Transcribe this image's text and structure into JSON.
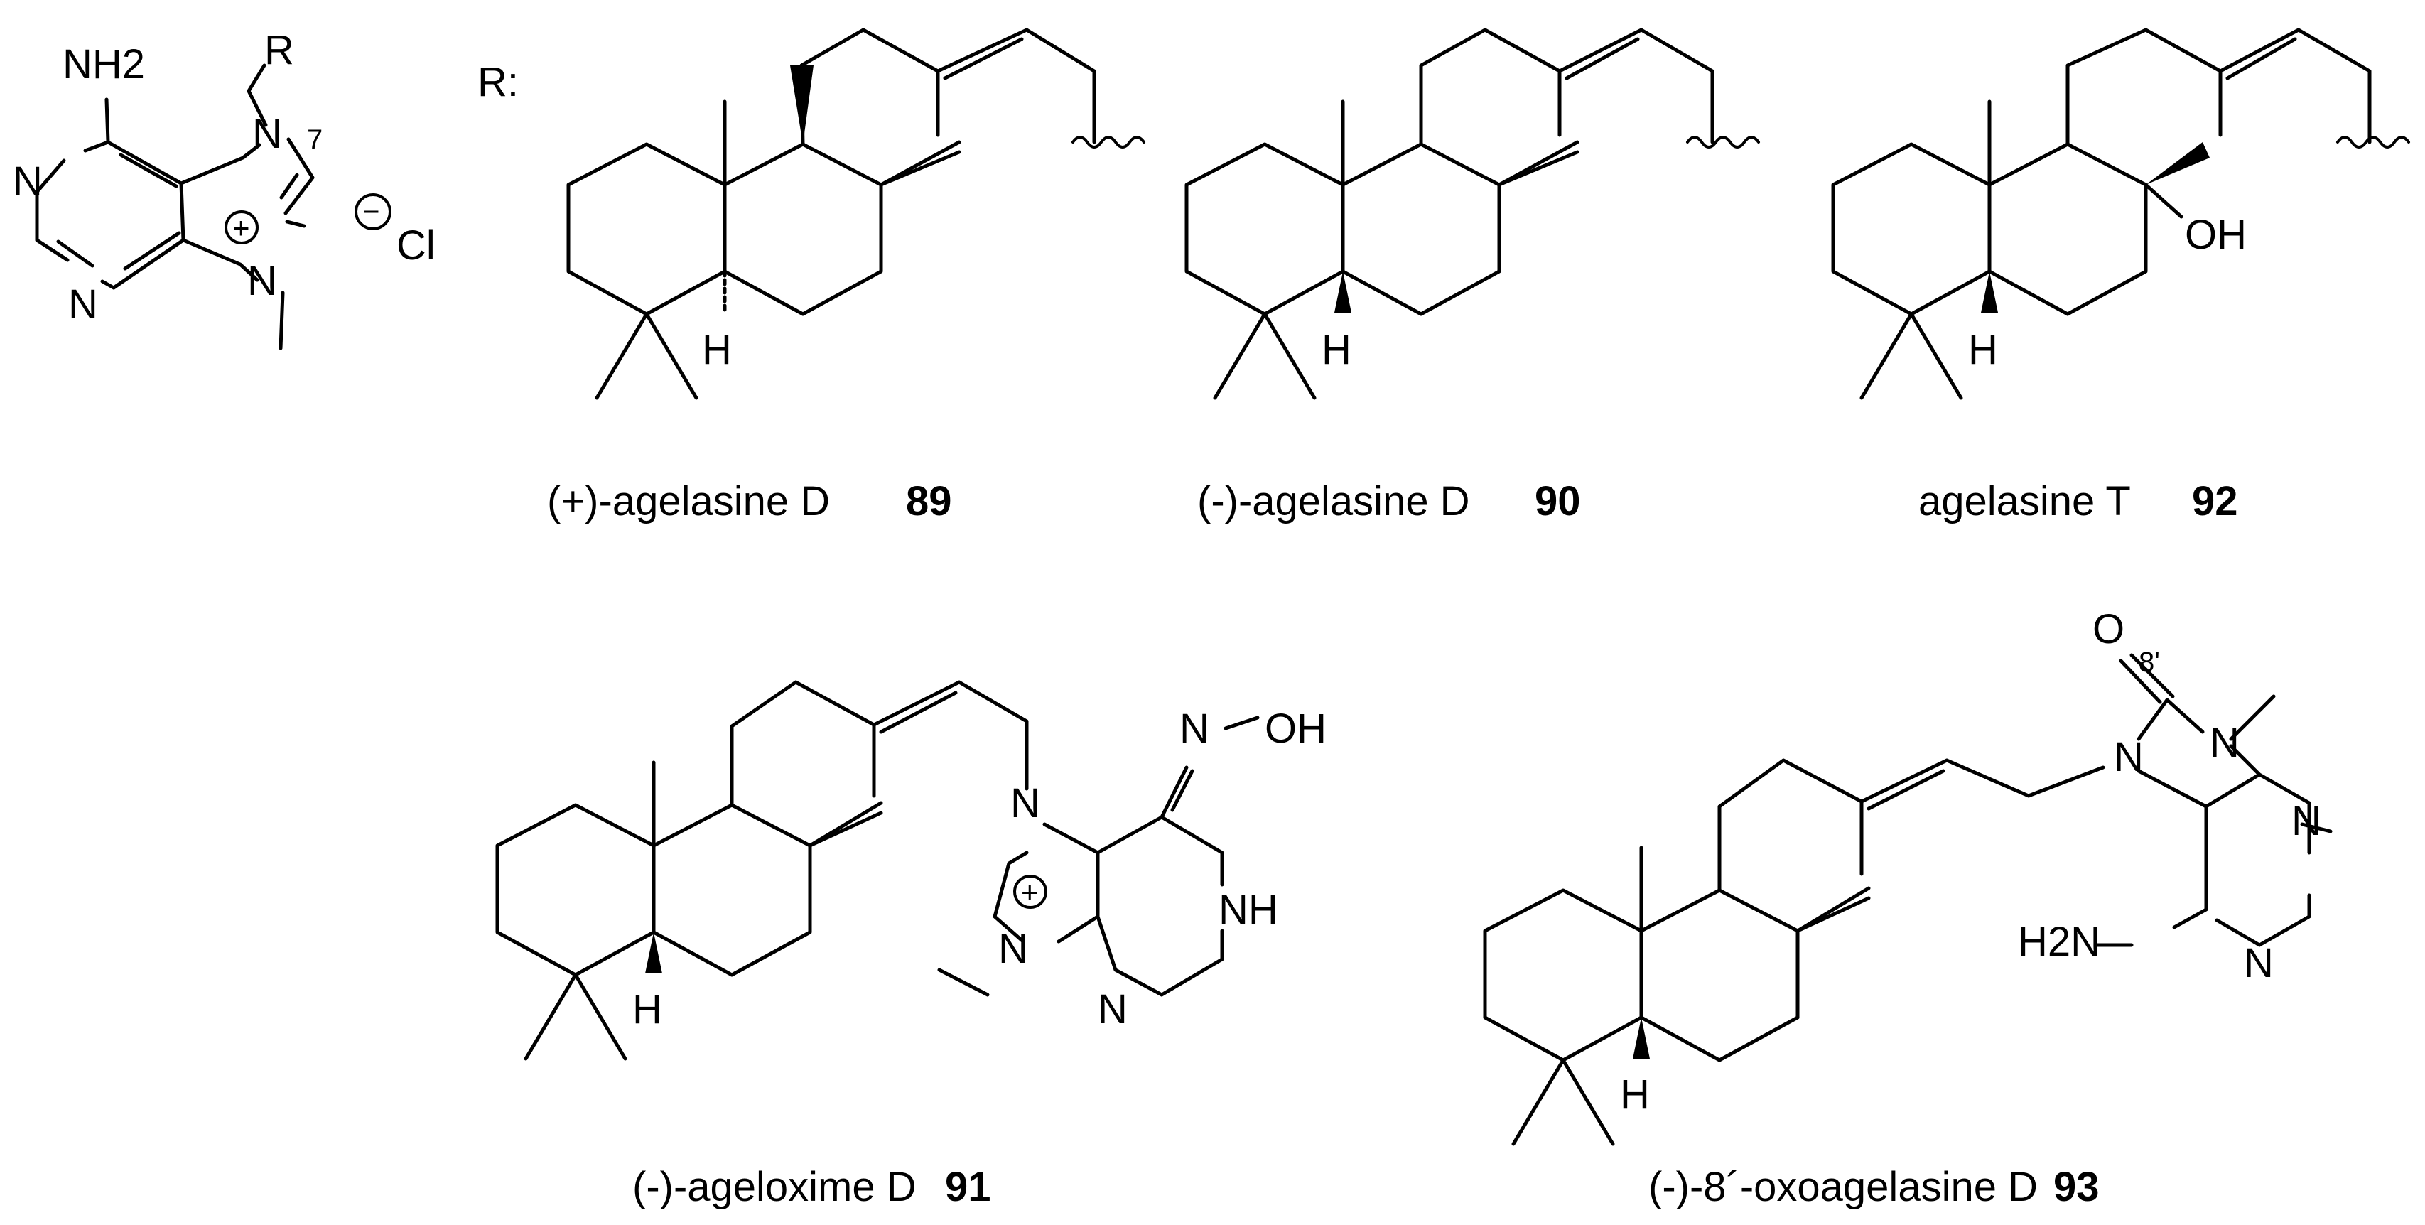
{
  "scaffold": {
    "nh2": "NH2",
    "r_label": "R",
    "n7": "N",
    "locant7": "7",
    "n1": "N",
    "n3": "N",
    "n9": "N",
    "plus": "+",
    "minus": "−",
    "counterion": "Cl",
    "r_definition": "R:"
  },
  "compounds": {
    "c89": {
      "name": "(+)-agelasine D",
      "number": "89",
      "h_label": "H"
    },
    "c90": {
      "name": "(-)-agelasine D",
      "number": "90",
      "h_label": "H"
    },
    "c92": {
      "name": "agelasine T",
      "number": "92",
      "h_label": "H",
      "oh_label": "OH"
    },
    "c91": {
      "name": "(-)-ageloxime D",
      "number": "91",
      "h_label": "H",
      "oxime_n": "N",
      "oxime_oh": "OH",
      "n7": "N",
      "nh": "NH",
      "n_ring": "N",
      "n9": "N",
      "plus": "+"
    },
    "c93": {
      "name": "(-)-8´-oxoagelasine D",
      "number": "93",
      "h_label": "H",
      "o_label": "O",
      "locant8": "8'",
      "n9": "N",
      "n7": "N",
      "n1": "N",
      "n3": "N",
      "nh2": "H2N"
    }
  }
}
